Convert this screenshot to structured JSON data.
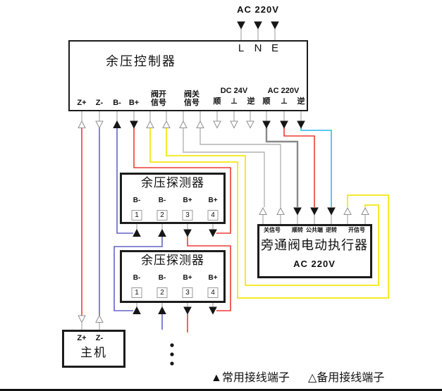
{
  "colors": {
    "red": "#ee3b35",
    "blue": "#6464c8",
    "yellow": "#f5e813",
    "cyan": "#47c1f0",
    "gray": "#b4b4b4",
    "dark_gray": "#8a8a8a",
    "line": "#a9a9a9",
    "black": "#161616"
  },
  "top": {
    "power": "AC 220V",
    "lne": [
      "L",
      "N",
      "E"
    ]
  },
  "controller": {
    "title": "余压控制器",
    "signal_terminals": [
      "Z+",
      "Z-",
      "B-",
      "B+"
    ],
    "valve_open": [
      "阀开",
      "信号"
    ],
    "valve_close": [
      "阀关",
      "信号"
    ],
    "dc_label": "DC 24V",
    "ac_label": "AC 220V",
    "dc_phases": [
      "顺",
      "⊥",
      "逆"
    ],
    "ac_phases": [
      "顺",
      "⊥",
      "逆"
    ]
  },
  "detectors": [
    {
      "title": "余压探测器",
      "labels": [
        "B-",
        "B-",
        "B+",
        "B+"
      ],
      "numbers": [
        "1",
        "2",
        "3",
        "4"
      ]
    },
    {
      "title": "余压探测器",
      "labels": [
        "B-",
        "B-",
        "B+",
        "B+"
      ],
      "numbers": [
        "1",
        "2",
        "3",
        "4"
      ]
    }
  ],
  "actuator": {
    "title": "旁通阀电动执行器",
    "power": "AC 220V",
    "terminals": [
      "关信号",
      "顺转",
      "公共端",
      "逆转",
      "开信号"
    ]
  },
  "host": {
    "title": "主机",
    "terminals": [
      "Z+",
      "Z-"
    ]
  },
  "legend": {
    "filled": "▲常用接线端子",
    "hollow": "△备用接线端子"
  }
}
